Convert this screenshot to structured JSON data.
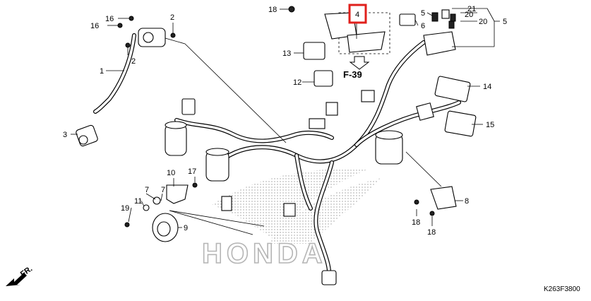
{
  "callouts": {
    "c1": "1",
    "c2a": "2",
    "c2b": "2",
    "c3": "3",
    "c4": "4",
    "c5a": "5",
    "c5b": "5",
    "c6": "6",
    "c7a": "7",
    "c7b": "7",
    "c8": "8",
    "c9": "9",
    "c10": "10",
    "c11": "11",
    "c12": "12",
    "c13": "13",
    "c14": "14",
    "c15": "15",
    "c16a": "16",
    "c16b": "16",
    "c17": "17",
    "c18a": "18",
    "c18b": "18",
    "c18c": "18",
    "c19": "19",
    "c20a": "20",
    "c20b": "20",
    "c21": "21"
  },
  "reference": "F-39",
  "direction": "FR.",
  "diagram_code": "K263F3800",
  "watermark": "HONDA",
  "colors": {
    "highlight_box": "#e0201c",
    "ink": "#000000",
    "watermark": "#b5b5b5"
  }
}
